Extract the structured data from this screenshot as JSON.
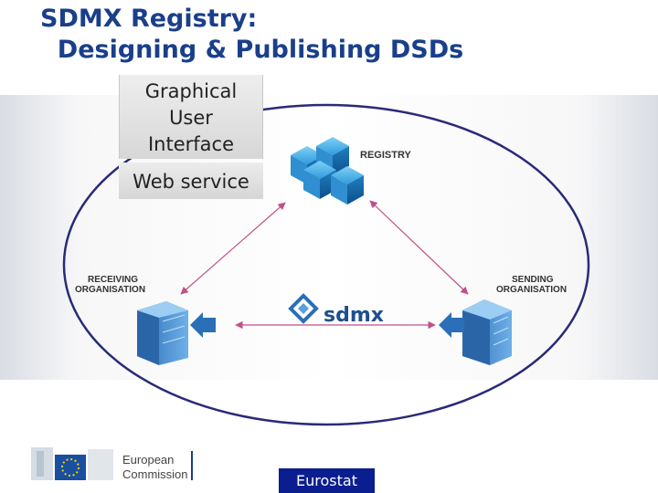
{
  "slide": {
    "title_line1": "SDMX Registry:",
    "title_line2": "  Designing & Publishing DSDs"
  },
  "boxes": {
    "gui_line1": "Graphical",
    "gui_line2": "User",
    "gui_line3": "Interface",
    "web_service": "Web service"
  },
  "diagram": {
    "registry_label": "REGISTRY",
    "receiving_line1": "RECEIVING",
    "receiving_line2": "ORGANISATION",
    "sending_line1": "SENDING",
    "sending_line2": "ORGANISATION",
    "center_logo_text": "sdmx"
  },
  "footer": {
    "ec_line1": "European",
    "ec_line2": "Commission",
    "eurostat": "Eurostat"
  },
  "colors": {
    "title": "#1a3f8a",
    "ellipse": "#2a2a7a",
    "arrows": "#c0508a",
    "cube": "#1f7fc1",
    "building": "#2e6fb5",
    "eurostat_bg": "#0b1e8f",
    "eu_flag": "#1a4fa0"
  }
}
